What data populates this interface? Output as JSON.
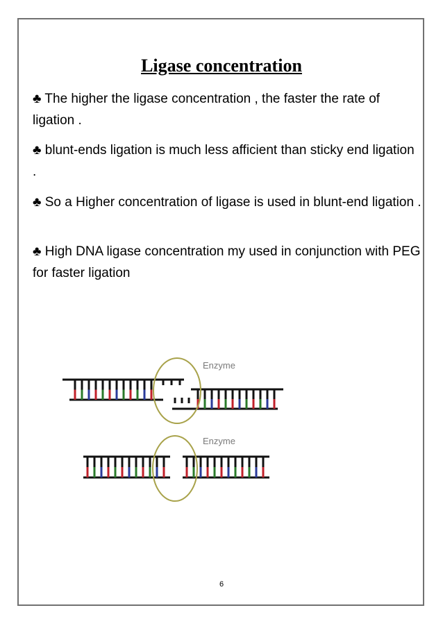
{
  "document": {
    "title": "Ligase concentration",
    "bullet_symbol": "♣",
    "paragraphs": [
      "The higher the ligase concentration , the faster the rate of ligation .",
      "blunt-ends ligation is much less afficient than sticky end ligation .",
      "So a Higher concentration of ligase is used in blunt-end ligation .",
      "High DNA ligase concentration my used in conjunction with PEG for faster ligation"
    ],
    "figure": {
      "label_top": "Enzyme",
      "label_bottom": "Enzyme"
    },
    "page_number": "6"
  },
  "colors": {
    "strand": "#111111",
    "red": "#c0202a",
    "green": "#2a7a2a",
    "blue": "#2a3a9a",
    "enzyme_circle": "#a8a24a",
    "enzyme_label": "#7a7a7a",
    "border": "#707070"
  }
}
